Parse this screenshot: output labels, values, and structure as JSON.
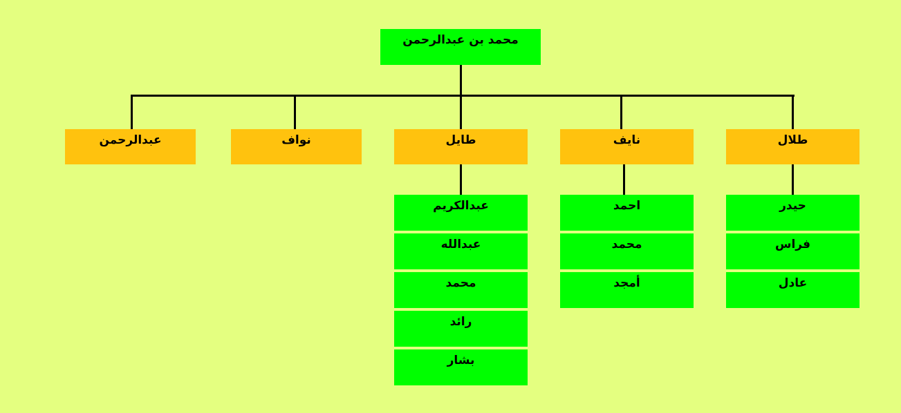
{
  "colors": {
    "background": "#e4ff80",
    "root": "#00ff00",
    "child": "#ffc20e",
    "grandchild": "#00ff00",
    "line": "#000000"
  },
  "root": {
    "label": "محمد بن عبدالرحمن"
  },
  "children": [
    {
      "label": "طلال",
      "children": [
        "حيدر",
        "فراس",
        "عادل"
      ]
    },
    {
      "label": "نايف",
      "children": [
        "احمد",
        "محمد",
        "أمجد"
      ]
    },
    {
      "label": "طايل",
      "children": [
        "عبدالكريم",
        "عبدالله",
        "محمد",
        "رائد",
        "بشار"
      ]
    },
    {
      "label": "نواف",
      "children": []
    },
    {
      "label": "عبدالرحمن",
      "children": []
    }
  ]
}
